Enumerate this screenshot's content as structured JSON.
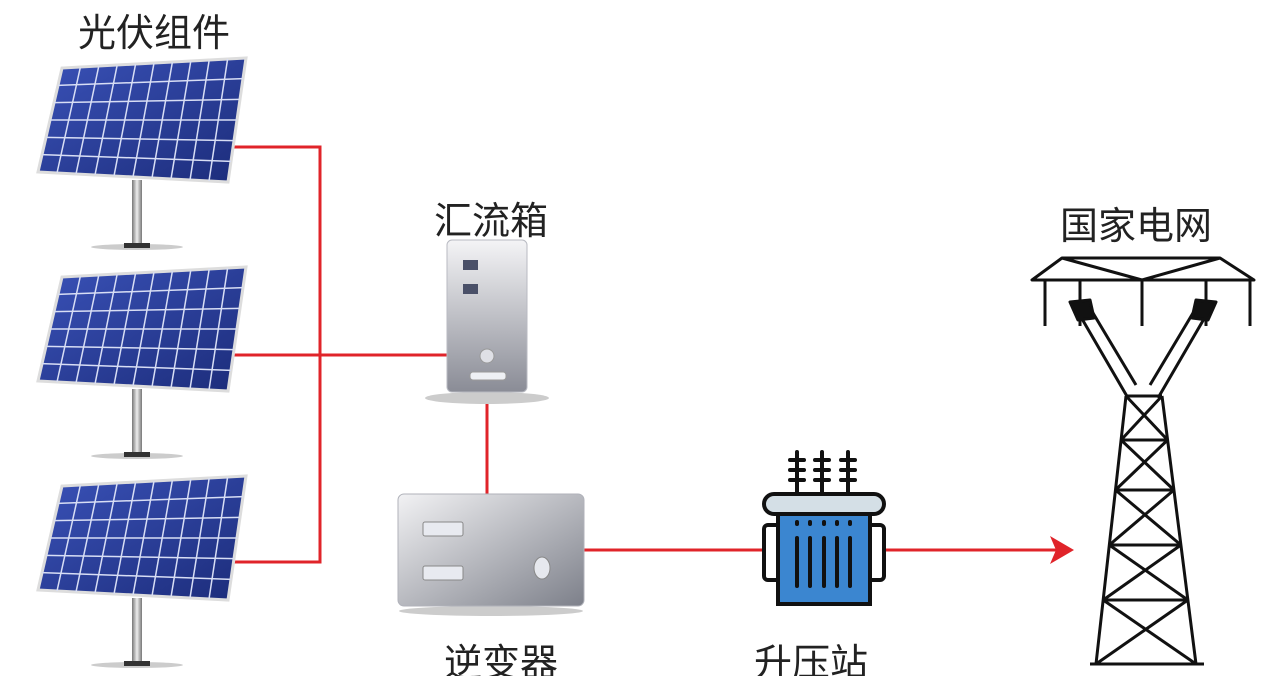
{
  "labels": {
    "pv_modules": "光伏组件",
    "combiner_box": "汇流箱",
    "grid": "国家电网",
    "inverter": "逆变器",
    "substation": "升压站"
  },
  "colors": {
    "wire": "#e0242a",
    "panel": "#2a3f9a",
    "transformer": "#3b86d0"
  }
}
